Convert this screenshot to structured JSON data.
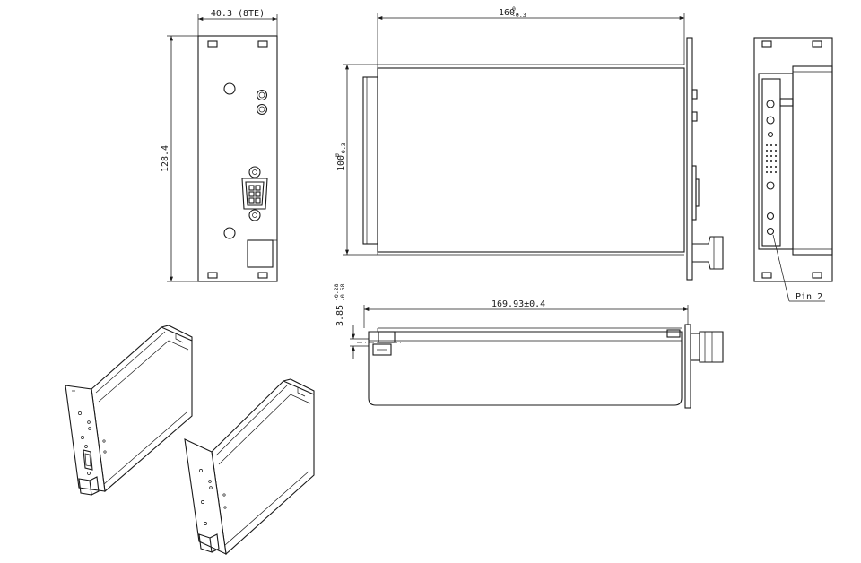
{
  "dimensions": {
    "front_width": "40.3 (8TE)",
    "front_height": "128.4",
    "top_length_base": "160.",
    "top_length_upper": "0",
    "top_length_lower": "-0.3",
    "top_height_base": "100.",
    "top_height_upper": "0",
    "top_height_lower": "-0.3",
    "side_length": "169.93±0.4",
    "side_offset_base": "3.85",
    "side_offset_upper": "-0.28",
    "side_offset_lower": "-0.58"
  },
  "callouts": {
    "pin": "Pin 2"
  }
}
